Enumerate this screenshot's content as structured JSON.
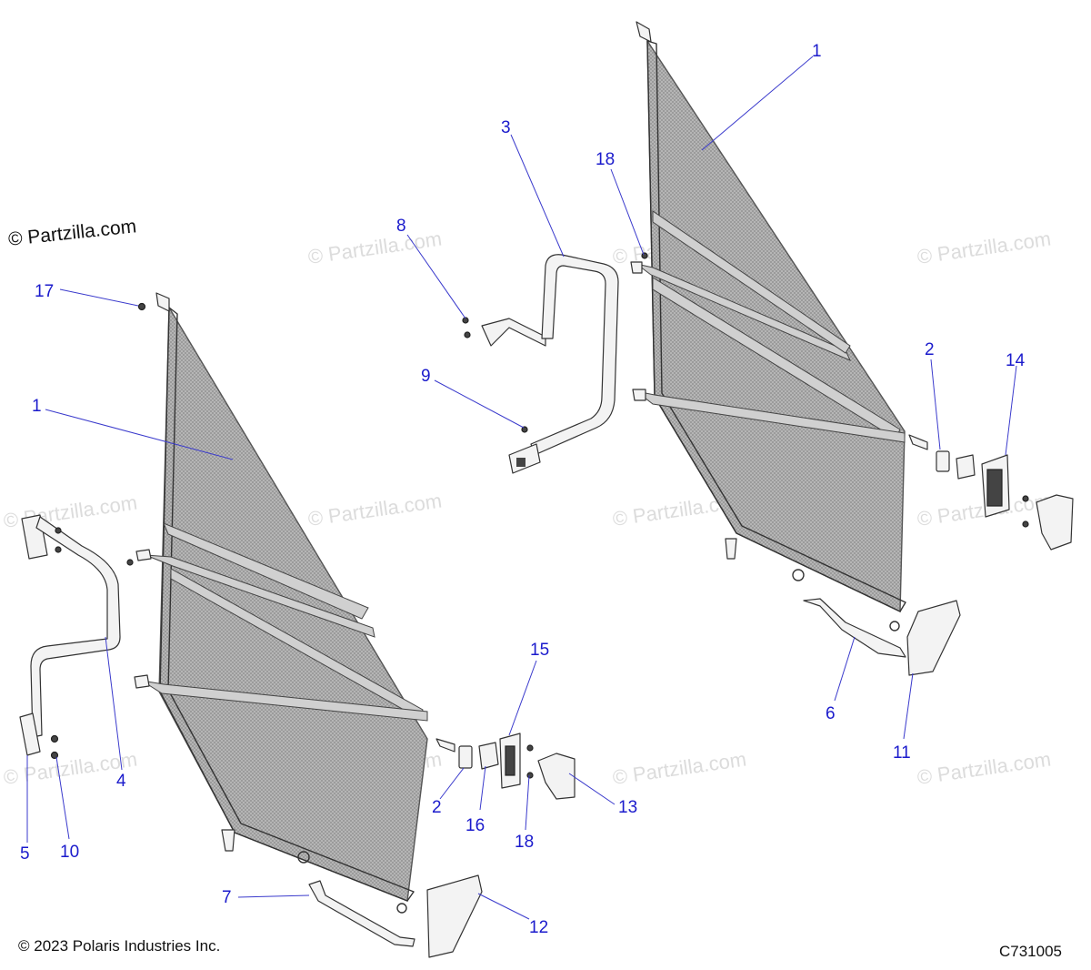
{
  "brand_mark": "© Partzilla.com",
  "watermark_text": "© Partzilla.com",
  "copyright": "© 2023 Polaris Industries Inc.",
  "drawing_number": "C731005",
  "callouts": {
    "c1_left": "1",
    "c1_right": "1",
    "c2_left": "2",
    "c2_right": "2",
    "c3": "3",
    "c4": "4",
    "c5": "5",
    "c6": "6",
    "c7": "7",
    "c8": "8",
    "c9": "9",
    "c10": "10",
    "c11": "11",
    "c12": "12",
    "c13": "13",
    "c14": "14",
    "c15": "15",
    "c16": "16",
    "c17": "17",
    "c18_top": "18",
    "c18_bottom": "18"
  },
  "colors": {
    "callout": "#1b1bcc",
    "mesh": "#9a9a9a",
    "outline": "#333333"
  }
}
